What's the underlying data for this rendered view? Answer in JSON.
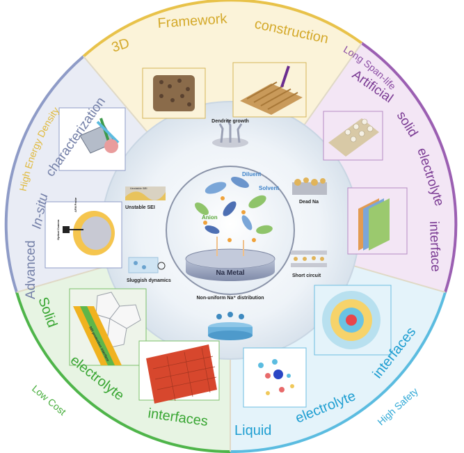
{
  "outer_labels": {
    "high_energy_density": "High Energy Density",
    "long_span_life": "Long Span-life",
    "high_safety": "High Safety",
    "low_cost": "Low Cost"
  },
  "sections": {
    "framework": {
      "t1": "3D",
      "t2": "Framework",
      "t3": "construction"
    },
    "artificial": {
      "t1": "Artificial",
      "t2": "solid",
      "t3": "electrolyte",
      "t4": "interface"
    },
    "liquid": {
      "t1": "Liquid",
      "t2": "electrolyte",
      "t3": "interfaces"
    },
    "solid": {
      "t1": "Solid",
      "t2": "electrolyte",
      "t3": "interfaces"
    },
    "insitu": {
      "t1": "Advanced",
      "t2": "In-situ",
      "t3": "characterization"
    }
  },
  "issues": {
    "dendrite": "Dendrite growth",
    "dead_na": "Dead Na",
    "short_circuit": "Short circuit",
    "non_uniform": "Non-uniform Na⁺ distribution",
    "sluggish": "Sluggish dynamics",
    "unstable_sei": "Unstable SEI"
  },
  "center": {
    "diluent": "Diluent",
    "solvent": "Solvent",
    "anion": "Anion",
    "metal": "Na Metal"
  },
  "figure_labels": {
    "unstable_sei_small": "Unstable SEI",
    "sei_layer": "SEI protection interface",
    "optical": "Optical Camera",
    "afm": "AFM Probe"
  },
  "colors": {
    "yellow": "#e8c24a",
    "purple": "#9b5fb2",
    "blue": "#5bbce0",
    "green": "#4fb54a",
    "slate": "#8e9bc7"
  }
}
